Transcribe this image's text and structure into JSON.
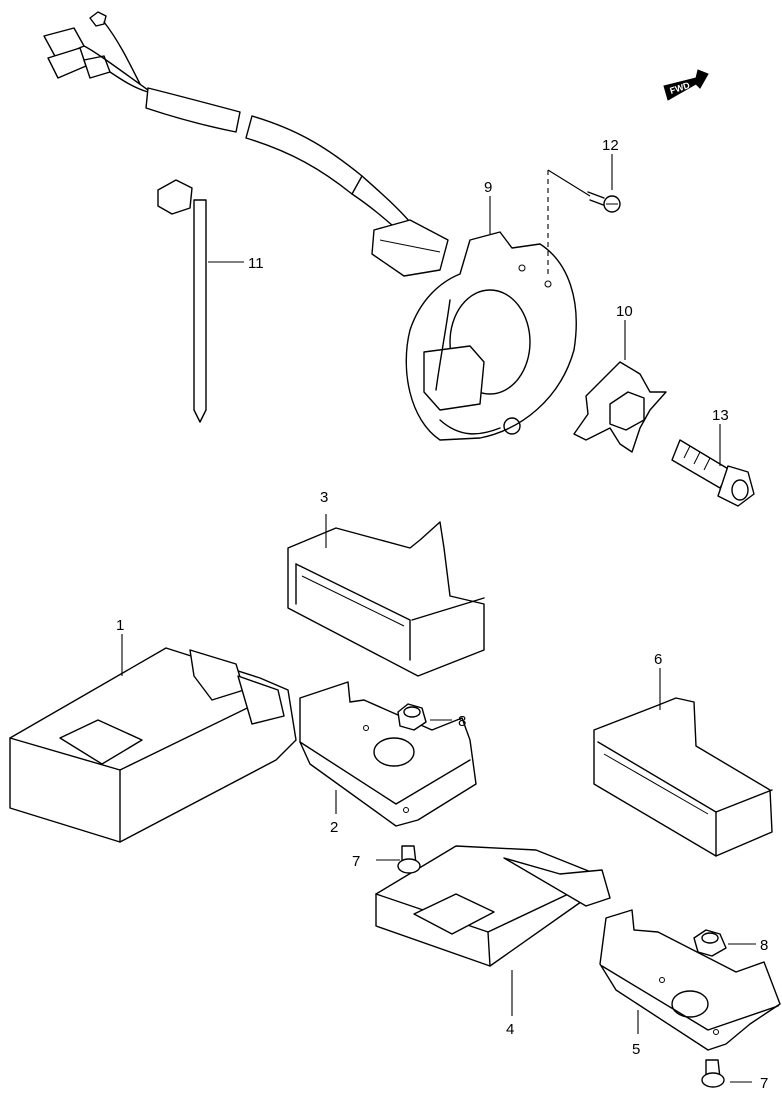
{
  "fwd_label": "FWD",
  "callouts": {
    "p1": "1",
    "p2": "2",
    "p3": "3",
    "p4": "4",
    "p5": "5",
    "p6": "6",
    "p7a": "7",
    "p7b": "7",
    "p8a": "8",
    "p8b": "8",
    "p9": "9",
    "p10": "10",
    "p11": "11",
    "p12": "12",
    "p13": "13"
  }
}
